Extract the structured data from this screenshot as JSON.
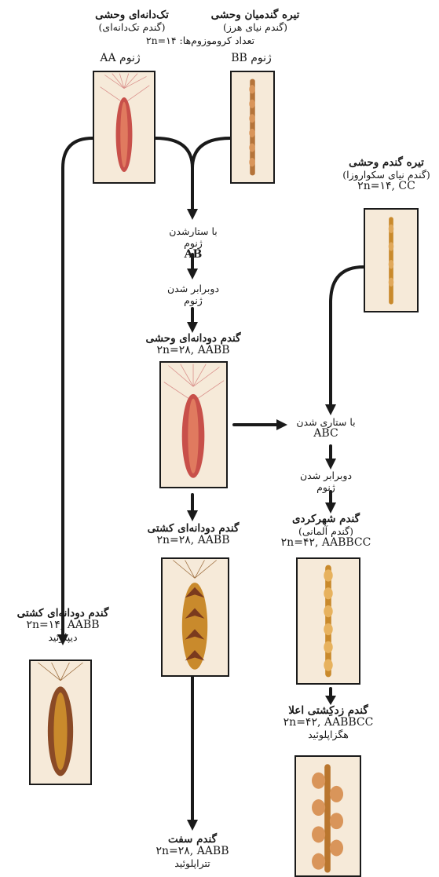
{
  "nodes": {
    "einkorn_wild": {
      "title": "تک‌دانه‌ای وحشی",
      "subtitle": "(گندم تک‌دانه‌ای)",
      "genome": "ژنوم AA"
    },
    "wild_grass_b": {
      "title": "تیره گندمیان وحشی",
      "subtitle": "(گندم نیای هرز)",
      "genome": "ژنوم BB"
    },
    "chromosome_note": "تعداد کروموزوم‌ها: ۲n=۱۴",
    "wild_grass_c": {
      "title": "تیره گندم وحشی",
      "subtitle": "(گندم نیای سکواروزا)",
      "chromosomes": "۲n=۱۴, CC"
    },
    "hybrid_ab": {
      "line1": "با ستارشدن",
      "line2": "ژنوم",
      "genome": "AB"
    },
    "doubling_1": {
      "line1": "دوبرابر شدن",
      "line2": "ژنوم"
    },
    "wild_emmer": {
      "title": "گندم دودانه‌ای وحشی",
      "chromosomes": "۲n=۲۸, AABB"
    },
    "hybrid_abc": {
      "line1": "با ستاری شدن",
      "genome": "ABC"
    },
    "doubling_2": {
      "line1": "دوبرابر شدن",
      "line2": "ژنوم"
    },
    "spelt": {
      "title": "گندم شهرکردی",
      "subtitle": "(گندم آلمانی)",
      "chromosomes": "۲n=۴۲, AABBCC"
    },
    "cultivated_emmer": {
      "title": "گندم دودانه‌ای کشتی",
      "chromosomes": "۲n=۲۸, AABB"
    },
    "diploid_cultivated": {
      "title": "گندم دودانه‌ای کشتی",
      "chromosomes": "۲n=۱۴, AABB",
      "ploidy": "دیپلوئید"
    },
    "bread_wheat": {
      "title": "گندم زدکِشتی اعلا",
      "chromosomes": "۲n=۴۲, AABBCC",
      "ploidy": "هگزاپلوئید"
    },
    "durum": {
      "title": "گندم سفت",
      "chromosomes": "۲n=۲۸, AABB",
      "ploidy": "تتراپلوئید"
    }
  },
  "colors": {
    "line": "#1a1a1a",
    "photo_bg": "#f6ead9",
    "spike_red": "#c8504a",
    "spike_gold": "#c98a2c",
    "spike_dark": "#7a3a1e"
  }
}
